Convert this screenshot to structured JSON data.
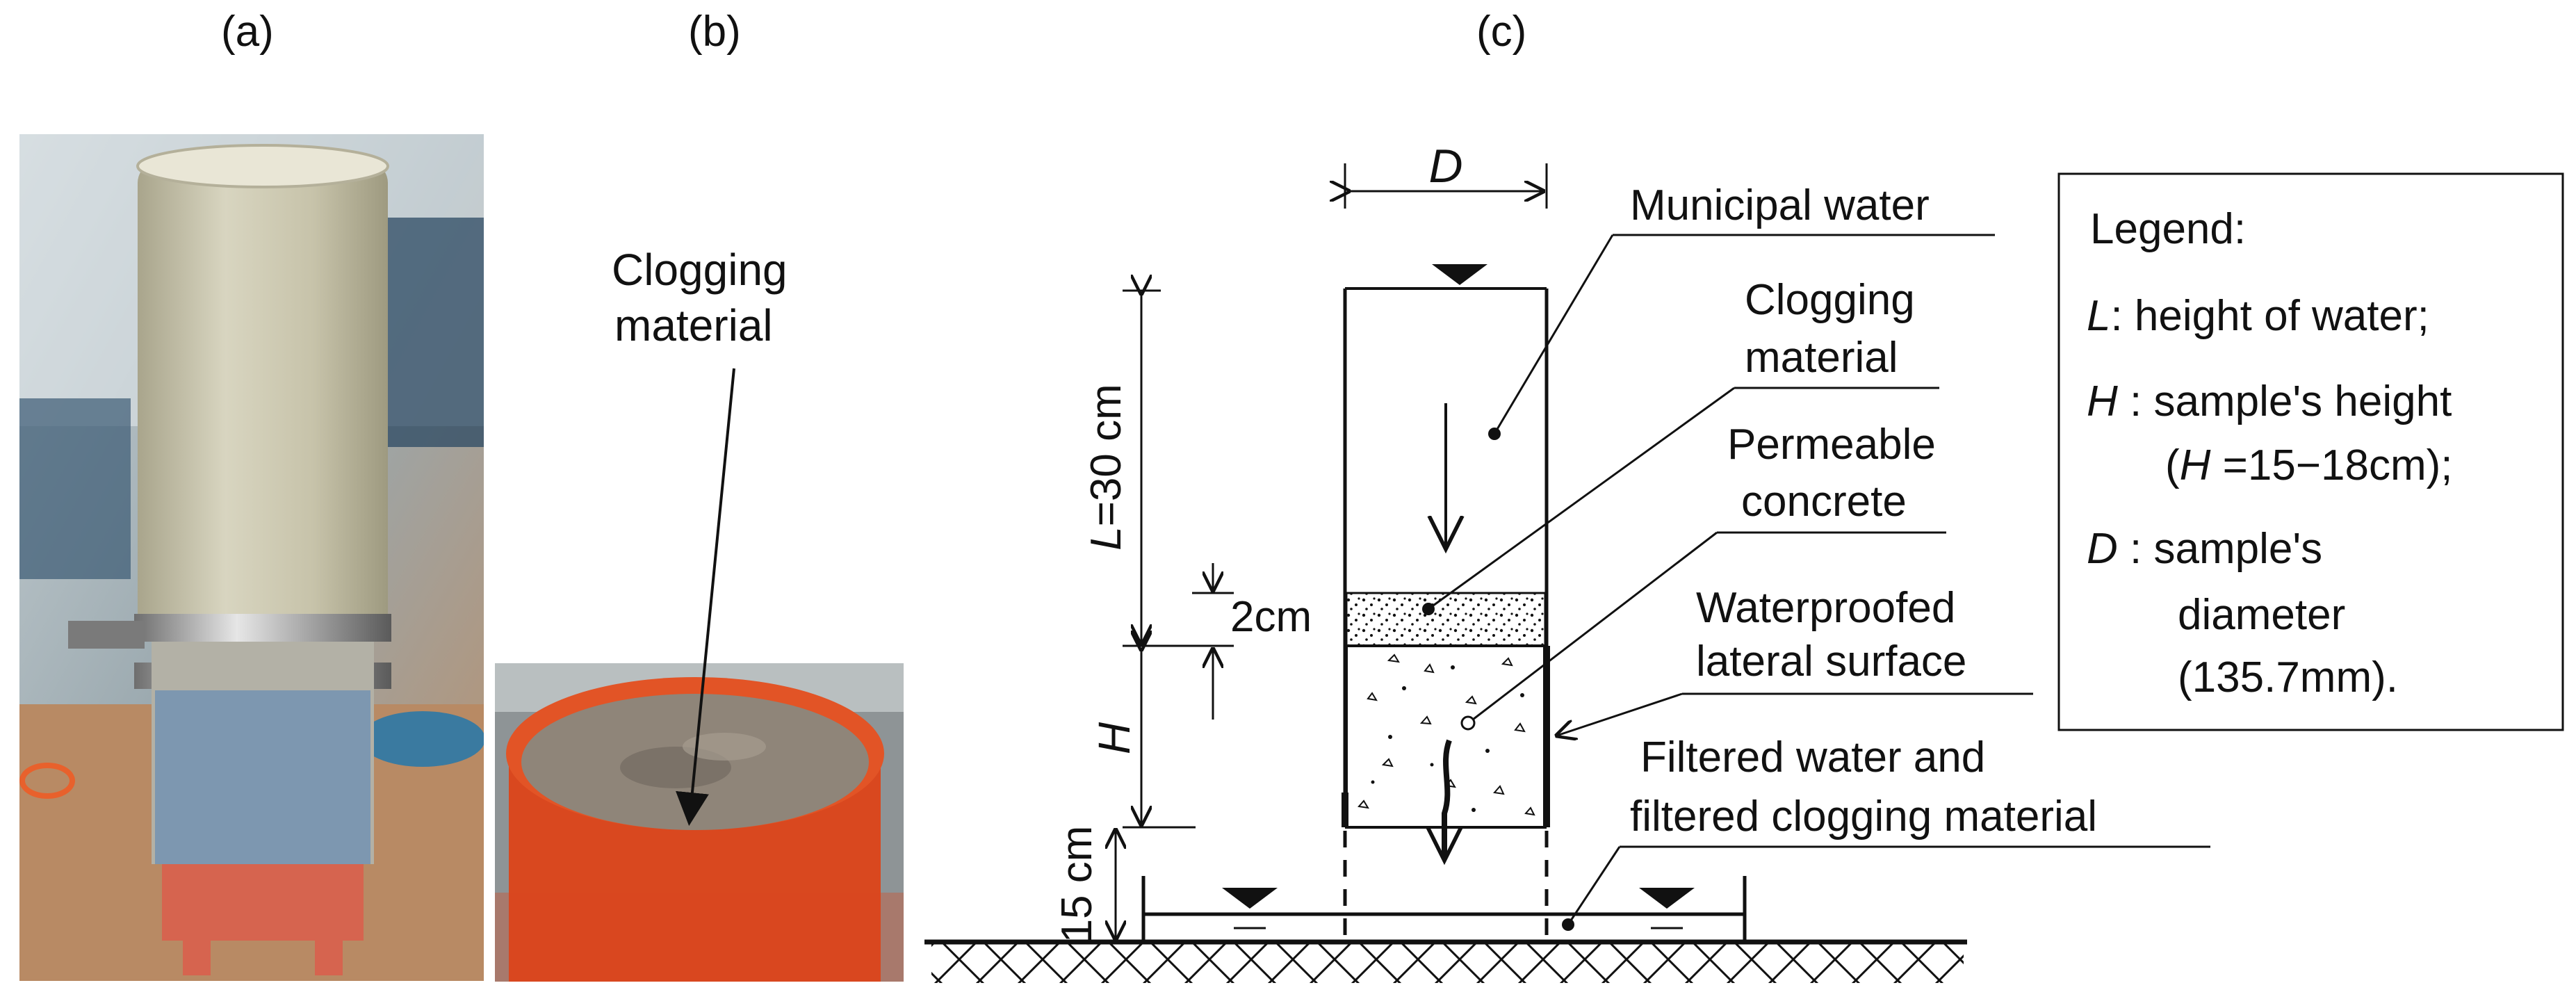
{
  "panels": {
    "a_label": "(a)",
    "b_label": "(b)",
    "c_label": "(c)"
  },
  "photo_b": {
    "annotation_line1": "Clogging",
    "annotation_line2": "material"
  },
  "diagram": {
    "diameter_symbol": "D",
    "water_height_symbol": "L",
    "water_height_value": "=30 cm",
    "clog_thickness": "2cm",
    "sample_height_symbol": "H",
    "base_gap": "15 cm",
    "labels": {
      "municipal_water": "Municipal water",
      "clogging_line1": "Clogging",
      "clogging_line2": "material",
      "permeable_line1": "Permeable",
      "permeable_line2": "concrete",
      "waterproofed_line1": "Waterproofed",
      "waterproofed_line2": "lateral surface",
      "filtered_line1": "Filtered water and",
      "filtered_line2": "filtered clogging material"
    }
  },
  "legend": {
    "title": "Legend:",
    "l_symbol": "L",
    "l_text": ": height of water;",
    "h_symbol": "H",
    "h_text": " : sample's height",
    "h_range_open": "(",
    "h_range_symbol": "H",
    "h_range_text": " =15−18cm);",
    "d_symbol": "D",
    "d_text": " : sample's",
    "d_text2": "diameter",
    "d_text3": "(135.7mm)."
  }
}
